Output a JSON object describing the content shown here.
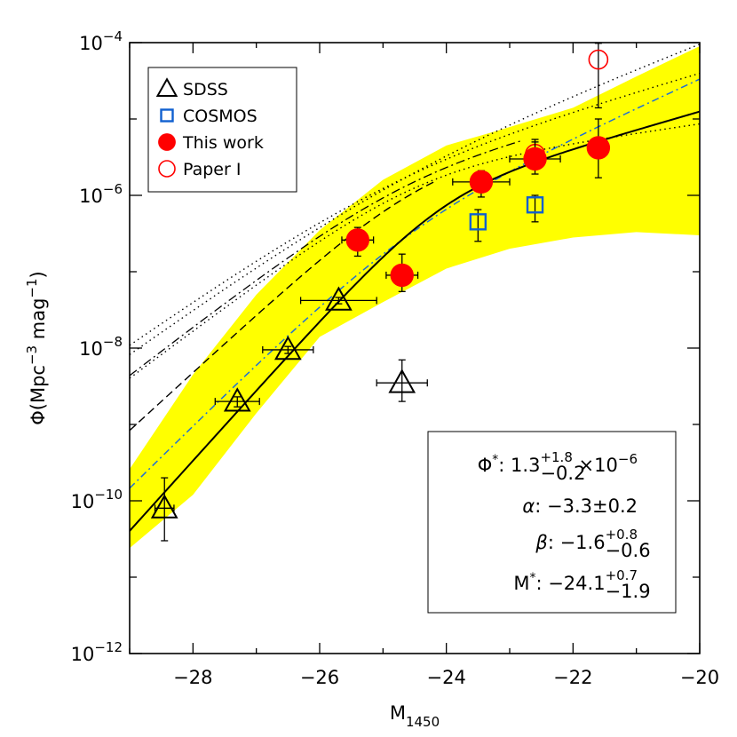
{
  "chart_data": {
    "type": "scatter",
    "x_label": {
      "base": "M",
      "sub": "1450"
    },
    "y_label": {
      "base": "Φ(Mpc",
      "exp1": "−3",
      "mid": " mag",
      "exp2": "−1",
      "end": ")"
    },
    "x_range": [
      -29,
      -20
    ],
    "y_range_log10": [
      -12,
      -4
    ],
    "y_scale": "log",
    "x_ticks": [
      -28,
      -26,
      -24,
      -22,
      -20
    ],
    "x_tick_labels": [
      "−28",
      "−26",
      "−24",
      "−22",
      "−20"
    ],
    "y_ticks_log10": [
      -12,
      -10,
      -8,
      -6,
      -4
    ],
    "y_tick_labels": [
      {
        "base": "10",
        "exp": "−12"
      },
      {
        "base": "10",
        "exp": "−10"
      },
      {
        "base": "10",
        "exp": "−8"
      },
      {
        "base": "10",
        "exp": "−6"
      },
      {
        "base": "10",
        "exp": "−4"
      }
    ],
    "legend_position": "top-left",
    "legend": [
      {
        "name": "SDSS",
        "marker": "triangle",
        "color": "#000000"
      },
      {
        "name": "COSMOS",
        "marker": "square",
        "color": "#1060d0"
      },
      {
        "name": "This work",
        "marker": "filled-circle",
        "color": "#ff0000"
      },
      {
        "name": "Paper I",
        "marker": "open-circle",
        "color": "#ff0000"
      }
    ],
    "series": [
      {
        "name": "SDSS",
        "points": [
          {
            "x": -28.45,
            "y": 8e-11,
            "xerr": 0.15,
            "ylo": 3e-11,
            "yhi": 2e-10
          },
          {
            "x": -27.3,
            "y": 2e-09,
            "xerr": 0.35,
            "ylo": 1.7e-09,
            "yhi": 2.3e-09
          },
          {
            "x": -26.5,
            "y": 9.5e-09,
            "xerr": 0.4,
            "ylo": 8.5e-09,
            "yhi": 1.05e-08
          },
          {
            "x": -25.7,
            "y": 4.2e-08,
            "xerr": 0.6,
            "ylo": 3.8e-08,
            "yhi": 4.6e-08
          },
          {
            "x": -24.7,
            "y": 3.5e-09,
            "xerr": 0.4,
            "ylo": 2e-09,
            "yhi": 7e-09
          }
        ]
      },
      {
        "name": "COSMOS",
        "points": [
          {
            "x": -23.5,
            "y": 4.5e-07,
            "xerr": 0,
            "ylo": 2.5e-07,
            "yhi": 6.5e-07
          },
          {
            "x": -22.6,
            "y": 7.5e-07,
            "xerr": 0,
            "ylo": 4.5e-07,
            "yhi": 1e-06
          }
        ]
      },
      {
        "name": "This work",
        "points": [
          {
            "x": -25.4,
            "y": 2.6e-07,
            "xerr": 0.25,
            "ylo": 1.6e-07,
            "yhi": 3.8e-07
          },
          {
            "x": -24.7,
            "y": 9e-08,
            "xerr": 0.25,
            "ylo": 5.5e-08,
            "yhi": 1.7e-07
          },
          {
            "x": -23.45,
            "y": 1.5e-06,
            "xerr": 0.45,
            "ylo": 9.5e-07,
            "yhi": 2.1e-06
          },
          {
            "x": -22.6,
            "y": 3e-06,
            "xerr": 0.4,
            "ylo": 1.9e-06,
            "yhi": 5e-06
          },
          {
            "x": -21.6,
            "y": 4.2e-06,
            "xerr": 0,
            "ylo": 1.7e-06,
            "yhi": 1e-05
          }
        ]
      },
      {
        "name": "Paper I",
        "points": [
          {
            "x": -22.6,
            "y": 3.5e-06,
            "xerr": 0,
            "ylo": 3.5e-06,
            "yhi": 5.4e-06
          },
          {
            "x": -21.6,
            "y": 6e-05,
            "xerr": 0,
            "ylo": 1.4e-05,
            "yhi": 9.8e-05
          }
        ]
      }
    ],
    "fit_parameters": [
      {
        "symbol": "Φ",
        "sup": "*",
        "colon": ": ",
        "value": "1.3",
        "plus": "+1.8",
        "minus": "−0.2",
        "tail": " ×10",
        "tail_exp": "−6"
      },
      {
        "symbol": "α",
        "colon": ": ",
        "value": "−3.3±0.2"
      },
      {
        "symbol": "β",
        "colon": ": ",
        "value": "−1.6",
        "plus": "+0.8",
        "minus": "−0.6"
      },
      {
        "symbol": "M",
        "sup": "*",
        "colon": ": ",
        "value": "−24.1",
        "plus": "+0.7",
        "minus": "−1.9"
      }
    ],
    "colors": {
      "band": "#ffff00",
      "cosmos_fit": "#1f6fd6",
      "this_work": "#ff0000",
      "cosmos": "#1060d0"
    }
  }
}
